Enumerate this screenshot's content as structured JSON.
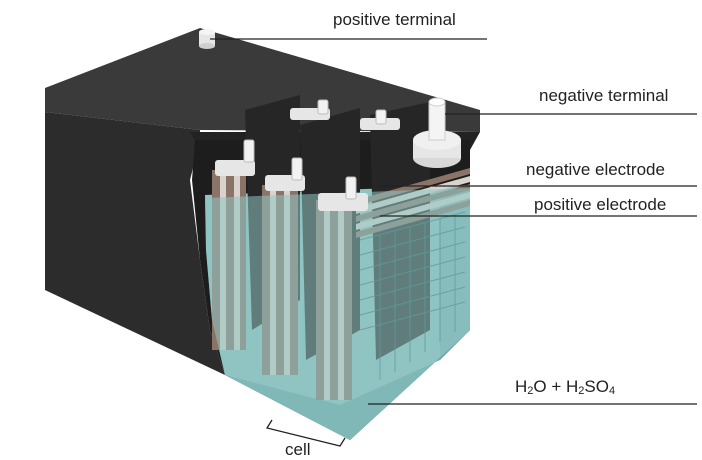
{
  "labels": {
    "positive_terminal": "positive terminal",
    "negative_terminal": "negative terminal",
    "negative_electrode": "negative electrode",
    "positive_electrode": "positive electrode",
    "electrolyte": {
      "h": "H",
      "two_a": "2",
      "o_plus_h": "O + H",
      "two_b": "2",
      "so": "SO",
      "four": "4"
    },
    "cell": "cell"
  },
  "colors": {
    "case_top": "#3a3a3a",
    "case_front": "#2e2e2e",
    "case_side": "#252525",
    "electrolyte": "#8fc4c3",
    "electrolyte_dark": "#6aa9a8",
    "plate_brown": "#8a7468",
    "plate_light": "#d9d2cd",
    "terminal": "#e6e6e6",
    "leader_line": "#222222"
  }
}
